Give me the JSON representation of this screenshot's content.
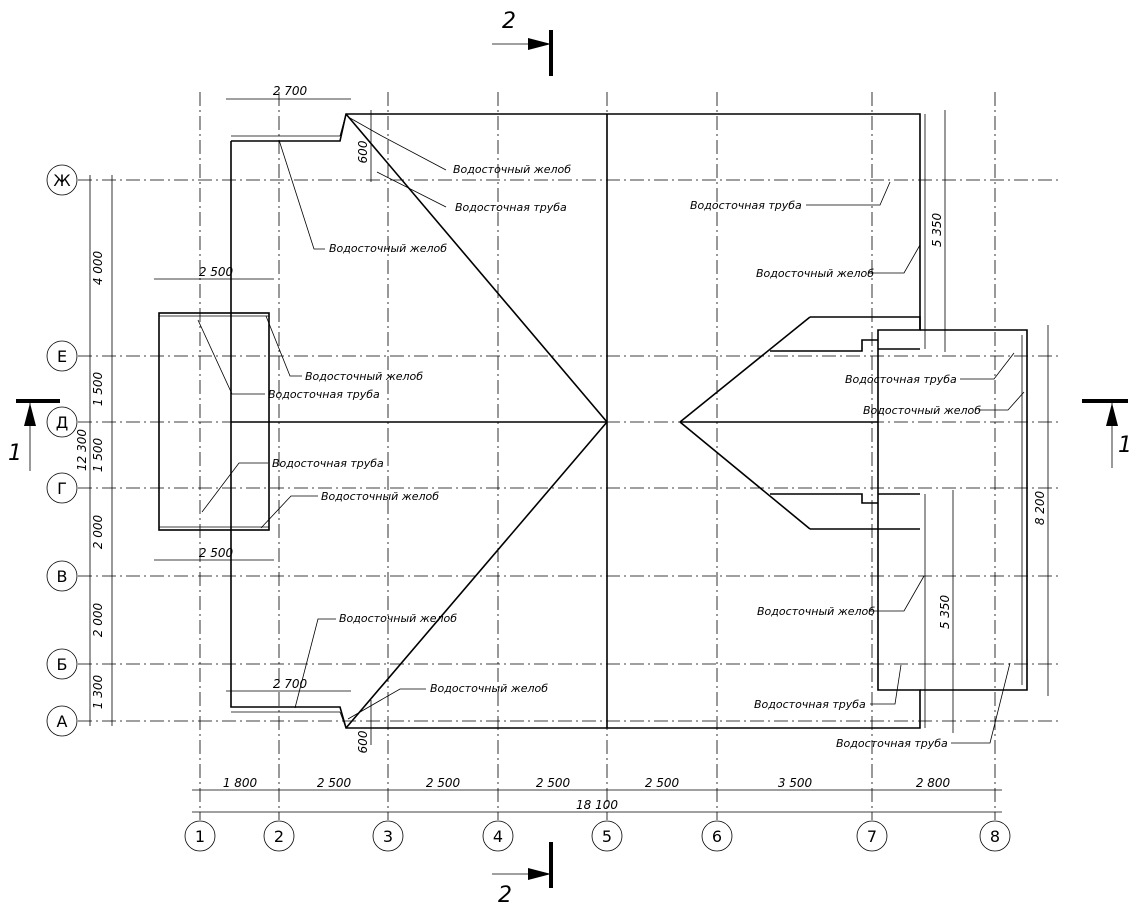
{
  "sections": {
    "top": "2",
    "bottom": "2",
    "left": "1",
    "right": "1"
  },
  "axes_v": [
    "1",
    "2",
    "3",
    "4",
    "5",
    "6",
    "7",
    "8"
  ],
  "axes_h": [
    "Ж",
    "Е",
    "Д",
    "Г",
    "В",
    "Б",
    "А"
  ],
  "dims": {
    "bottom": [
      "1 800",
      "2 500",
      "2 500",
      "2 500",
      "2 500",
      "3 500",
      "2 800"
    ],
    "total_width": "18 100",
    "left": [
      "4 000",
      "1 500",
      "1 500",
      "2 000",
      "2 000",
      "1 300"
    ],
    "total_height": "12 300",
    "right_top": "5 350",
    "right_bottom": "5 350",
    "right_outer": "8 200",
    "wing_top": "2 700",
    "wing_bottom": "2 700",
    "porch_top": "2 500",
    "porch_bottom": "2 500",
    "corner_top": "600",
    "corner_bottom": "600"
  },
  "labels": {
    "gutter": "Водосточный желоб",
    "pipe": "Водосточная труба"
  }
}
